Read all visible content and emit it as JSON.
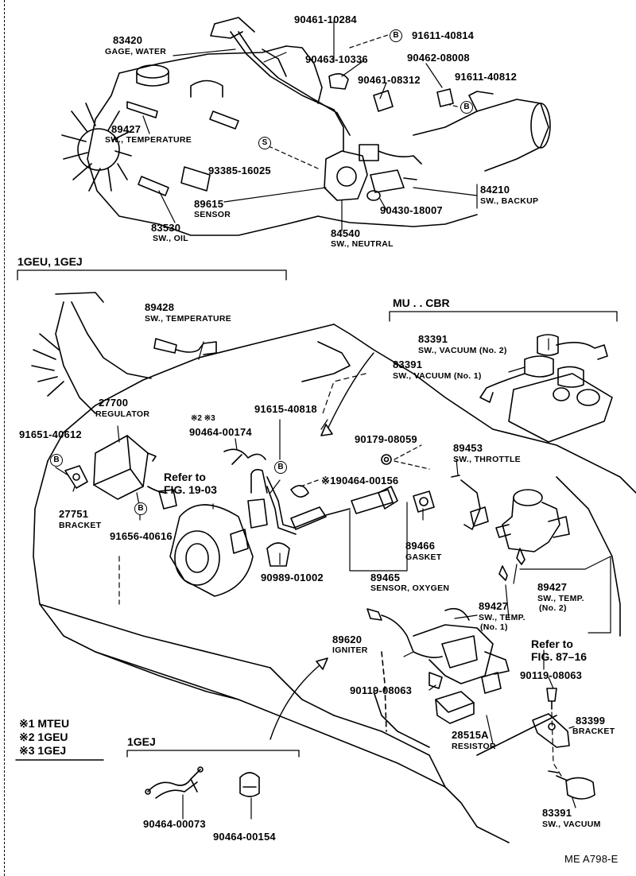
{
  "parts": {
    "p83420": {
      "num": "83420",
      "name": "GAGE, WATER"
    },
    "p89427a": {
      "num": "89427",
      "name": "SW., TEMPERATURE"
    },
    "p89615": {
      "num": "89615",
      "name": "SENSOR"
    },
    "p83530": {
      "num": "83530",
      "name": "SW., OIL"
    },
    "p93385": {
      "num": "93385-16025"
    },
    "p90461a": {
      "num": "90461-10284"
    },
    "p91611a": {
      "num": "91611-40814"
    },
    "p90463": {
      "num": "90463-10336"
    },
    "p90462": {
      "num": "90462-08008"
    },
    "p90461b": {
      "num": "90461-08312"
    },
    "p91611b": {
      "num": "91611-40812"
    },
    "p84210": {
      "num": "84210",
      "name": "SW., BACKUP"
    },
    "p90430": {
      "num": "90430-18007"
    },
    "p84540": {
      "num": "84540",
      "name": "SW., NEUTRAL"
    },
    "p89428": {
      "num": "89428",
      "name": "SW., TEMPERATURE"
    },
    "p83391a": {
      "num": "83391",
      "name": "SW., VACUUM (No. 2)"
    },
    "p83391b": {
      "num": "83391",
      "name": "SW., VACUUM (No. 1)"
    },
    "p27700": {
      "num": "27700",
      "name": "REGULATOR"
    },
    "p91651": {
      "num": "91651-40612"
    },
    "p90464a": {
      "num": "90464-00174",
      "mark": "※2 ※3"
    },
    "p91615": {
      "num": "91615-40818"
    },
    "p90179": {
      "num": "90179-08059"
    },
    "p89453": {
      "num": "89453",
      "name": "SW., THROTTLE"
    },
    "p190464": {
      "num": "※190464-00156"
    },
    "p27751": {
      "num": "27751",
      "name": "BRACKET"
    },
    "p91656": {
      "num": "91656-40616"
    },
    "p89466": {
      "num": "89466",
      "name": "GASKET"
    },
    "p90989": {
      "num": "90989-01002"
    },
    "p89465": {
      "num": "89465",
      "name": "SENSOR, OXYGEN"
    },
    "p89427b": {
      "num": "89427",
      "name": "SW., TEMP.",
      "sub": "(No. 2)"
    },
    "p89427c": {
      "num": "89427",
      "name": "SW., TEMP.",
      "sub": "(No. 1)"
    },
    "p89620": {
      "num": "89620",
      "name": "IGNITER"
    },
    "p90119a": {
      "num": "90119-08063"
    },
    "p90119b": {
      "num": "90119-08063"
    },
    "p28515": {
      "num": "28515A",
      "name": "RESISTOR"
    },
    "p83399": {
      "num": "83399",
      "name": "BRACKET"
    },
    "p83391c": {
      "num": "83391",
      "name": "SW., VACUUM"
    },
    "p90464b": {
      "num": "90464-00073"
    },
    "p90464c": {
      "num": "90464-00154"
    }
  },
  "sections": {
    "engine_variants": "1GEU, 1GEJ",
    "mu_cbr": "MU . . CBR",
    "gej": "1GEJ"
  },
  "refs": {
    "fig19": {
      "line1": "Refer to",
      "line2": "FIG. 19-03"
    },
    "fig87": {
      "line1": "Refer to",
      "line2": "FIG. 87–16"
    }
  },
  "circle_marks": {
    "b": "B",
    "s": "S"
  },
  "legend": [
    {
      "mark": "※1",
      "code": "MTEU"
    },
    {
      "mark": "※2",
      "code": "1GEU"
    },
    {
      "mark": "※3",
      "code": "1GEJ"
    }
  ],
  "figure_code": "ME  A798-E"
}
